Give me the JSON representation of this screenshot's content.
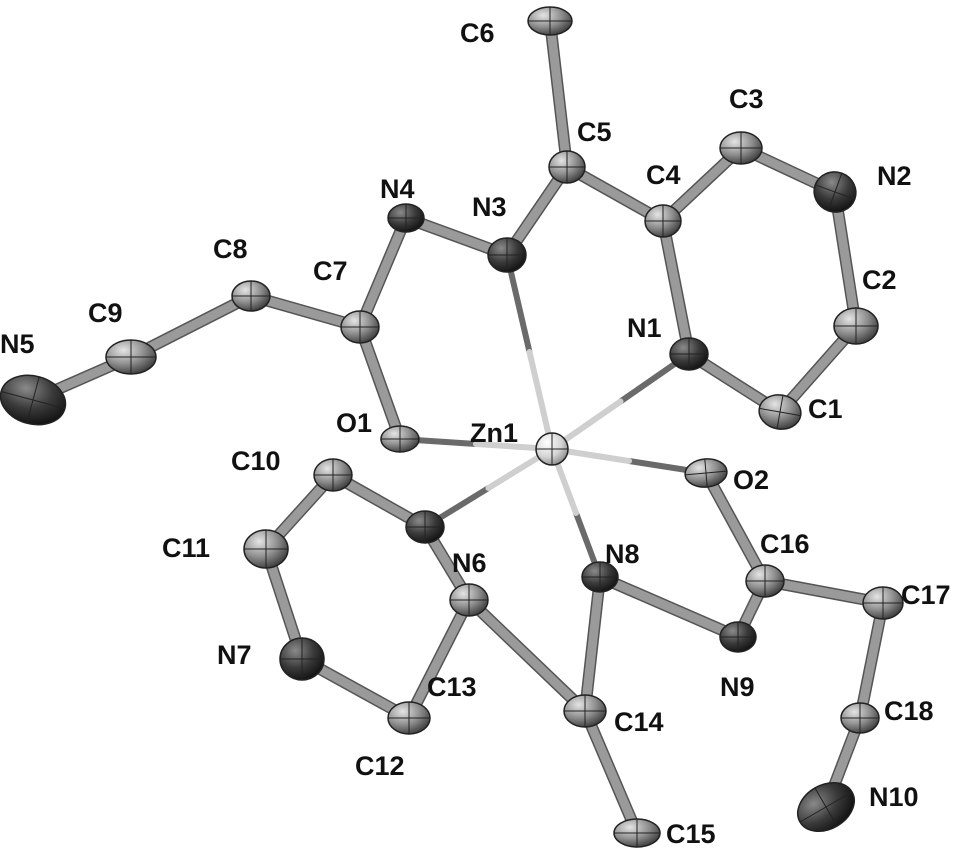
{
  "molecule": {
    "metal": "Zn1",
    "atoms": [
      {
        "id": "Zn1",
        "element": "Zn",
        "label": "Zn1"
      },
      {
        "id": "O1",
        "element": "O",
        "label": "O1"
      },
      {
        "id": "O2",
        "element": "O",
        "label": "O2"
      },
      {
        "id": "N1",
        "element": "N",
        "label": "N1"
      },
      {
        "id": "N2",
        "element": "N",
        "label": "N2"
      },
      {
        "id": "N3",
        "element": "N",
        "label": "N3"
      },
      {
        "id": "N4",
        "element": "N",
        "label": "N4"
      },
      {
        "id": "N5",
        "element": "N",
        "label": "N5"
      },
      {
        "id": "N6",
        "element": "N",
        "label": "N6"
      },
      {
        "id": "N7",
        "element": "N",
        "label": "N7"
      },
      {
        "id": "N8",
        "element": "N",
        "label": "N8"
      },
      {
        "id": "N9",
        "element": "N",
        "label": "N9"
      },
      {
        "id": "N10",
        "element": "N",
        "label": "N10"
      },
      {
        "id": "C1",
        "element": "C",
        "label": "C1"
      },
      {
        "id": "C2",
        "element": "C",
        "label": "C2"
      },
      {
        "id": "C3",
        "element": "C",
        "label": "C3"
      },
      {
        "id": "C4",
        "element": "C",
        "label": "C4"
      },
      {
        "id": "C5",
        "element": "C",
        "label": "C5"
      },
      {
        "id": "C6",
        "element": "C",
        "label": "C6"
      },
      {
        "id": "C7",
        "element": "C",
        "label": "C7"
      },
      {
        "id": "C8",
        "element": "C",
        "label": "C8"
      },
      {
        "id": "C9",
        "element": "C",
        "label": "C9"
      },
      {
        "id": "C10",
        "element": "C",
        "label": "C10"
      },
      {
        "id": "C11",
        "element": "C",
        "label": "C11"
      },
      {
        "id": "C12",
        "element": "C",
        "label": "C12"
      },
      {
        "id": "C13",
        "element": "C",
        "label": "C13"
      },
      {
        "id": "C14",
        "element": "C",
        "label": "C14"
      },
      {
        "id": "C15",
        "element": "C",
        "label": "C15"
      },
      {
        "id": "C16",
        "element": "C",
        "label": "C16"
      },
      {
        "id": "C17",
        "element": "C",
        "label": "C17"
      },
      {
        "id": "C18",
        "element": "C",
        "label": "C18"
      }
    ],
    "bonds": [
      [
        "Zn1",
        "O1"
      ],
      [
        "Zn1",
        "O2"
      ],
      [
        "Zn1",
        "N1"
      ],
      [
        "Zn1",
        "N3"
      ],
      [
        "Zn1",
        "N6"
      ],
      [
        "Zn1",
        "N8"
      ],
      [
        "O1",
        "C7"
      ],
      [
        "C7",
        "N4"
      ],
      [
        "C7",
        "C8"
      ],
      [
        "C8",
        "C9"
      ],
      [
        "C9",
        "N5"
      ],
      [
        "N4",
        "N3"
      ],
      [
        "N3",
        "C5"
      ],
      [
        "C5",
        "C6"
      ],
      [
        "C5",
        "C4"
      ],
      [
        "C4",
        "C3"
      ],
      [
        "C3",
        "N2"
      ],
      [
        "N2",
        "C2"
      ],
      [
        "C2",
        "C1"
      ],
      [
        "C1",
        "N1"
      ],
      [
        "N1",
        "C4"
      ],
      [
        "N6",
        "C10"
      ],
      [
        "C10",
        "C11"
      ],
      [
        "C11",
        "N7"
      ],
      [
        "N7",
        "C12"
      ],
      [
        "C12",
        "C13"
      ],
      [
        "C13",
        "N6"
      ],
      [
        "C13",
        "C14"
      ],
      [
        "C14",
        "C15"
      ],
      [
        "C14",
        "N8"
      ],
      [
        "N8",
        "N9"
      ],
      [
        "N9",
        "C16"
      ],
      [
        "C16",
        "O2"
      ],
      [
        "C16",
        "C17"
      ],
      [
        "C17",
        "C18"
      ],
      [
        "C18",
        "N10"
      ]
    ],
    "colors": {
      "C": "#8c8c8c",
      "N": "#333333",
      "O": "#8c8c8c",
      "Zn": "#d8d8d8",
      "bond": "#9a9a9a",
      "zn_bond": "#cfcfcf"
    }
  }
}
